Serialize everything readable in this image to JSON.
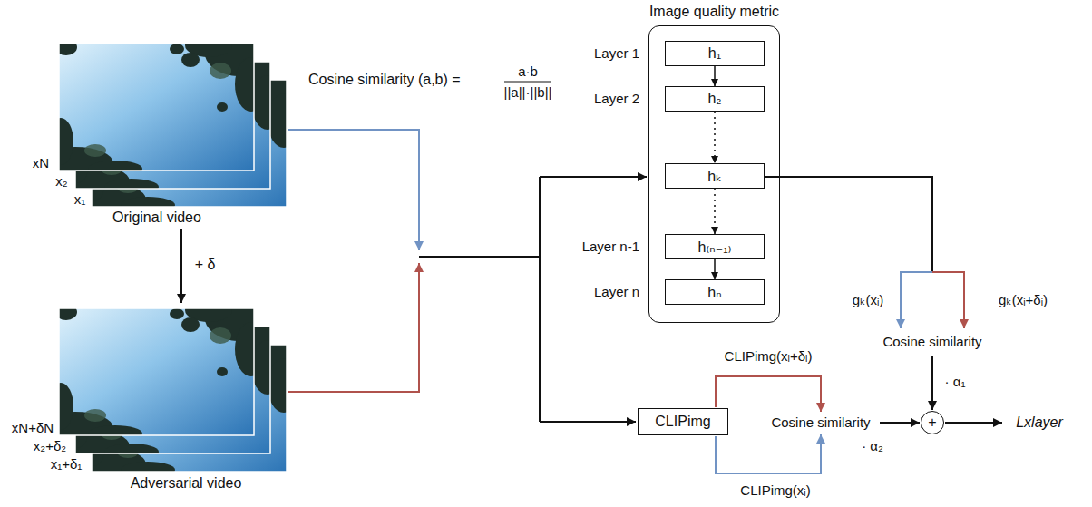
{
  "diagram": {
    "nodes": [
      {
        "text": [
          "Image quality metric"
        ]
      },
      {
        "text": [
          "h₁"
        ],
        "in": 0
      },
      {
        "text": [
          "h₂"
        ],
        "in": 0
      },
      {
        "text": [
          "hₖ"
        ],
        "in": 0
      },
      {
        "text": [
          "h₍ₙ₋₁₎"
        ],
        "in": 0
      },
      {
        "text": [
          "hₙ"
        ],
        "in": 0
      },
      {
        "text": [
          "CLIPimg"
        ]
      },
      {
        "text": [
          "+"
        ]
      }
    ],
    "edges": [
      {
        "from": 1,
        "to": 2,
        "arrow": "to"
      },
      {
        "from": 2,
        "to": 3,
        "arrow": "to"
      },
      {
        "from": 3,
        "to": 4,
        "arrow": "to"
      },
      {
        "from": 4,
        "to": 5,
        "arrow": "to"
      }
    ],
    "labels": [
      "xN",
      "x₂",
      "x₁",
      "Original video",
      "+ δ",
      "xN+δN",
      "x₂+δ₂",
      "x₁+δ₁",
      "Adversarial video",
      "Cosine similarity (a,b) =",
      "a·b",
      "||a||·||b||",
      "Layer 1",
      "Layer 2",
      "Layer n-1",
      "Layer n",
      "gₖ(xᵢ)",
      "gₖ(xᵢ+δᵢ)",
      "Cosine similarity",
      "· α₁",
      "CLIPimg(xᵢ+δᵢ)",
      "Cosine similarity",
      "CLIPimg(xᵢ)",
      "· α₂",
      "Lxlayer"
    ]
  }
}
